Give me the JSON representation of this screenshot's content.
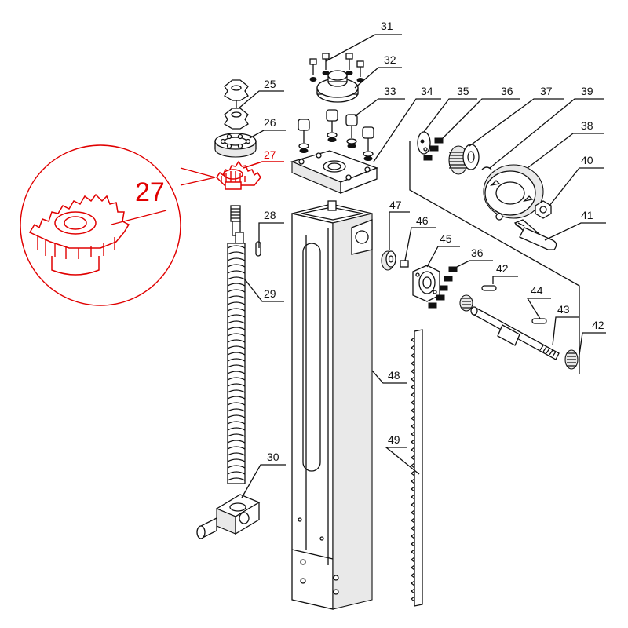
{
  "diagram": {
    "highlight_color": "#e00000",
    "callouts": [
      {
        "id": "p31",
        "label": "31"
      },
      {
        "id": "p32",
        "label": "32"
      },
      {
        "id": "p25",
        "label": "25"
      },
      {
        "id": "p33",
        "label": "33"
      },
      {
        "id": "p34",
        "label": "34"
      },
      {
        "id": "p35",
        "label": "35"
      },
      {
        "id": "p36a",
        "label": "36"
      },
      {
        "id": "p37",
        "label": "37"
      },
      {
        "id": "p39",
        "label": "39"
      },
      {
        "id": "p26",
        "label": "26"
      },
      {
        "id": "p38",
        "label": "38"
      },
      {
        "id": "p27",
        "label": "27"
      },
      {
        "id": "p40",
        "label": "40"
      },
      {
        "id": "p28",
        "label": "28"
      },
      {
        "id": "p47",
        "label": "47"
      },
      {
        "id": "p41",
        "label": "41"
      },
      {
        "id": "p46",
        "label": "46"
      },
      {
        "id": "p45",
        "label": "45"
      },
      {
        "id": "p36b",
        "label": "36"
      },
      {
        "id": "p42a",
        "label": "42"
      },
      {
        "id": "p29",
        "label": "29"
      },
      {
        "id": "p44",
        "label": "44"
      },
      {
        "id": "p43",
        "label": "43"
      },
      {
        "id": "p42b",
        "label": "42"
      },
      {
        "id": "p48",
        "label": "48"
      },
      {
        "id": "p49",
        "label": "49"
      },
      {
        "id": "p30",
        "label": "30"
      }
    ],
    "zoom_label": "27"
  }
}
